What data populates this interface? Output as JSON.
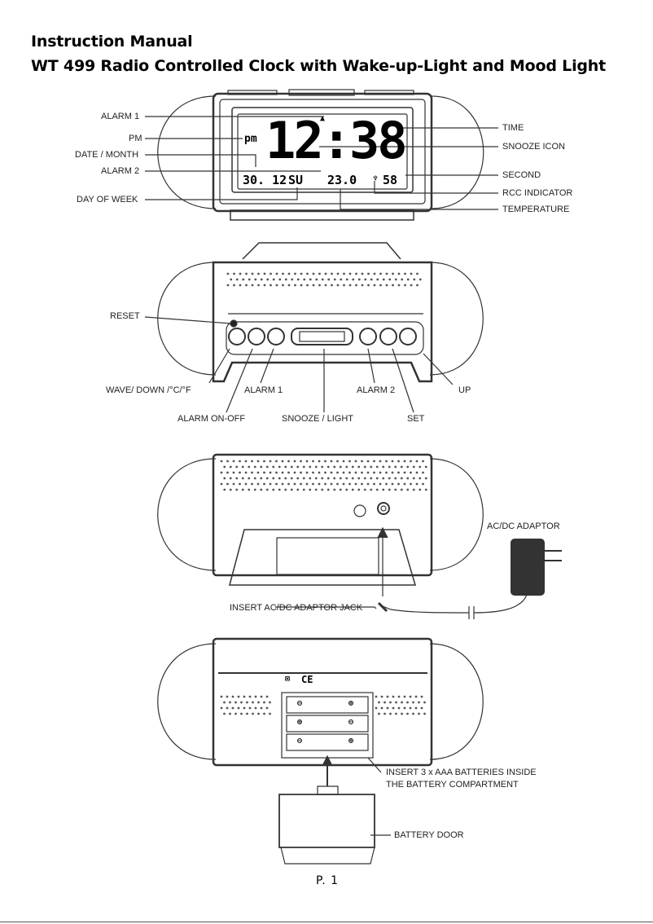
{
  "header": {
    "title": "Instruction Manual",
    "subtitle": "WT 499 Radio Controlled Clock with Wake-up-Light and Mood Light"
  },
  "figure1": {
    "labels_left": [
      "ALARM 1",
      "PM",
      "DATE / MONTH",
      "ALARM 2",
      "DAY OF WEEK"
    ],
    "labels_right": [
      "TIME",
      "SNOOZE ICON",
      "SECOND",
      "RCC INDICATOR",
      "TEMPERATURE"
    ],
    "display": {
      "pm": "pm",
      "time": "12:38",
      "date": "30. 12",
      "weekday": "SU",
      "temp": "23.0",
      "second": "58"
    }
  },
  "figure2": {
    "labels": [
      "RESET",
      "WAVE/ DOWN /°C/°F",
      "ALARM ON-OFF",
      "ALARM 1",
      "SNOOZE / LIGHT",
      "ALARM 2",
      "SET",
      "UP"
    ]
  },
  "figure3": {
    "labels": [
      "AC/DC ADAPTOR",
      "INSERT AC/DC ADAPTOR JACK"
    ]
  },
  "figure4": {
    "label_batteries_1": "INSERT 3 x AAA BATTERIES INSIDE",
    "label_batteries_2": "THE BATTERY COMPARTMENT",
    "label_door": "BATTERY DOOR"
  },
  "footer": {
    "page": "P. 1"
  },
  "colors": {
    "ink": "#000000",
    "line": "#444444",
    "fill": "#ffffff"
  },
  "icons": [
    "bell-icon",
    "snooze-icon",
    "rcc-tower-icon",
    "ce-mark-icon",
    "bin-icon",
    "plus-icon",
    "minus-icon"
  ]
}
